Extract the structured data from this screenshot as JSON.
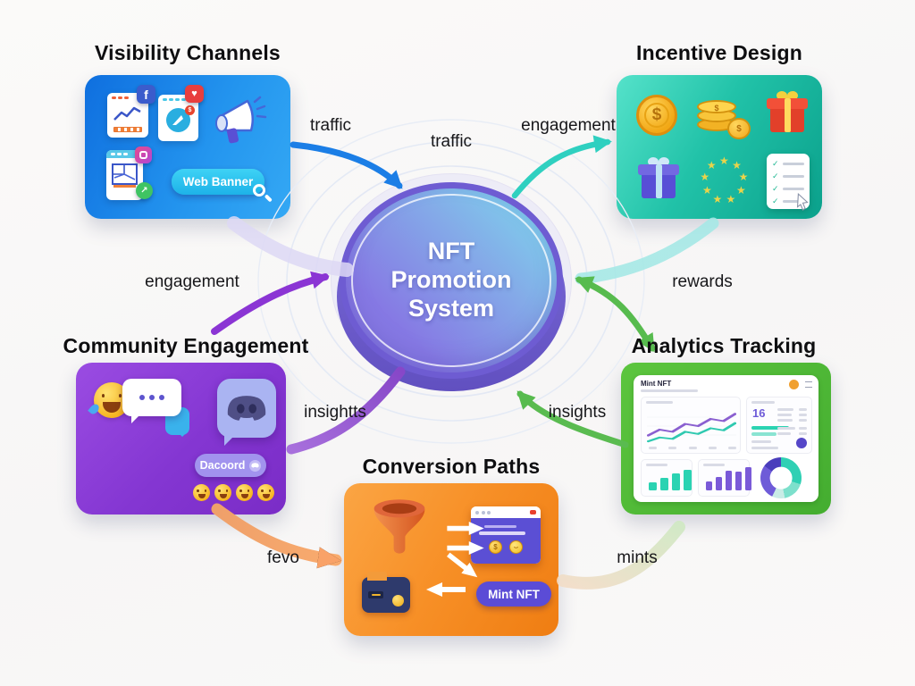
{
  "center": {
    "line1": "NFT",
    "line2": "Promotion",
    "line3": "System"
  },
  "panels": {
    "visibility": {
      "title": "Visibility Channels",
      "web_banner_label": "Web Banner",
      "facebook_glyph": "f",
      "heart_glyph": "♥",
      "trend_glyph": "↗"
    },
    "incentive": {
      "title": "Incentive Design",
      "dollar_glyph": "$",
      "star_glyph": "★",
      "check_glyph": "✓",
      "star_count": 9
    },
    "community": {
      "title": "Community Engagement",
      "discord_button_label": "Dacoord",
      "emoji_count": 4
    },
    "analytics": {
      "title": "Analytics Tracking",
      "dashboard": {
        "header": "Mint NFT",
        "stat_value": "16",
        "teal_bars": [
          35,
          52,
          72,
          90
        ],
        "purple_bars": [
          40,
          58,
          85,
          80,
          100
        ],
        "line_purple": [
          78,
          60,
          66,
          44,
          50,
          30,
          36,
          14
        ],
        "line_teal": [
          94,
          82,
          86,
          66,
          72,
          56,
          62,
          40
        ],
        "donut_segments": [
          [
            "#2fd0b4",
            30
          ],
          [
            "#7de0cc",
            17
          ],
          [
            "#c9ece6",
            10
          ],
          [
            "#6e5bd8",
            28
          ],
          [
            "#4a3dbc",
            15
          ]
        ]
      }
    },
    "conversion": {
      "title": "Conversion Paths",
      "mint_button_label": "Mint NFT",
      "coin_glyph": "$"
    }
  },
  "edges": [
    {
      "id": "traffic-from-visibility",
      "label": "traffic"
    },
    {
      "id": "traffic-top",
      "label": "traffic"
    },
    {
      "id": "engagement-to-incentive",
      "label": "engagement"
    },
    {
      "id": "engagement-from-community",
      "label": "engagement"
    },
    {
      "id": "rewards-from-incentive",
      "label": "rewards"
    },
    {
      "id": "insights-to-community",
      "label": "insightts"
    },
    {
      "id": "insights-from-analytics",
      "label": "insights"
    },
    {
      "id": "flow-to-conversion",
      "label": "fevo"
    },
    {
      "id": "mints-to-analytics",
      "label": "mints"
    }
  ],
  "colors": {
    "visibility_blue": "#1b7ee6",
    "incentive_teal": "#2fd0c0",
    "community_purple": "#8b35d4",
    "analytics_green": "#57bb4e",
    "conversion_orange": "#f78f26",
    "hub_purple": "#8679e4",
    "hub_cyan": "#7dd7ec"
  }
}
